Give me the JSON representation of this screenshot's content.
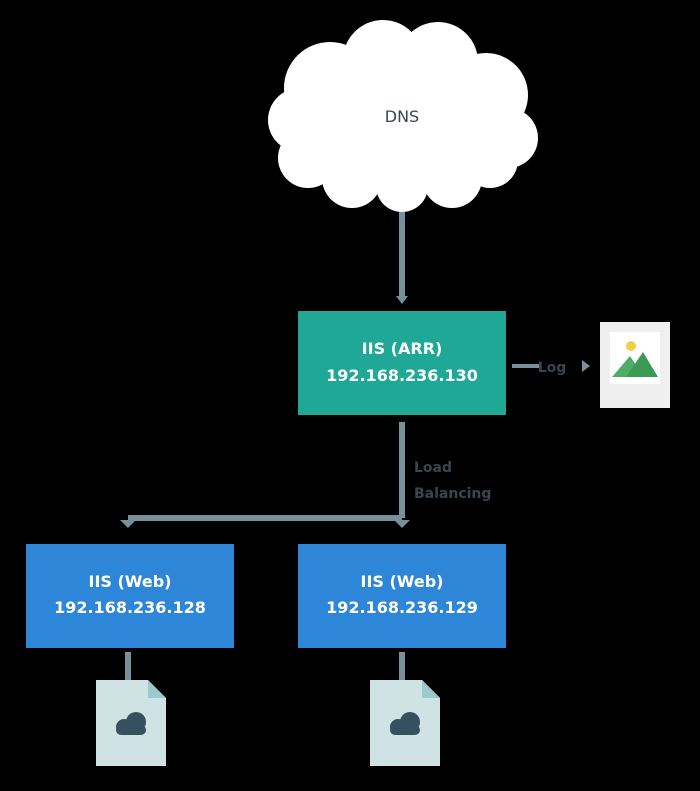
{
  "cloud": {
    "label": "DNS"
  },
  "arr": {
    "name": "IIS (ARR)",
    "ip": "192.168.236.130"
  },
  "arr_side_label": "Log",
  "load_label": {
    "line1": "Load",
    "line2": "Balancing"
  },
  "web1": {
    "name": "IIS (Web)",
    "ip": "192.168.236.128"
  },
  "web2": {
    "name": "IIS (Web)",
    "ip": "192.168.236.129"
  },
  "colors": {
    "background": "#000000",
    "teal": "#1fa896",
    "blue": "#2e86d9",
    "connector": "#78909c",
    "doc": "#cfe3e5",
    "doc_fold": "#9cc9cc",
    "doc_cloud": "#37505f",
    "image_frame": "#efefef",
    "image_sun": "#f0cf4a",
    "image_mountain": "#4caf65"
  },
  "icons": [
    "cloud-shape",
    "image-icon",
    "document-cloud-icon",
    "document-cloud-icon"
  ]
}
